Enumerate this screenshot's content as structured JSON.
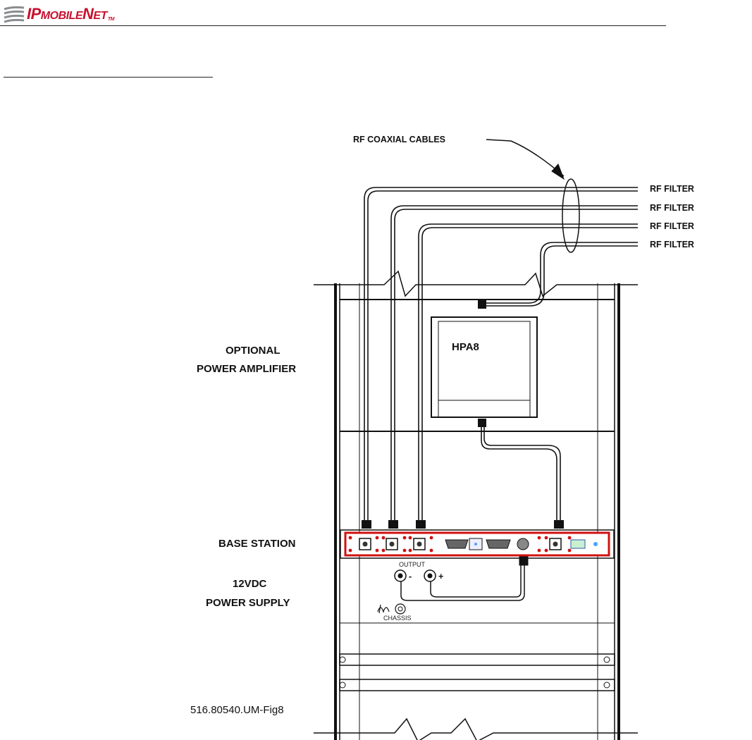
{
  "header": {
    "logo": {
      "ip": "IP",
      "mobile": "MOBILE",
      "net": "NET",
      "tm": "TM"
    }
  },
  "diagram": {
    "rf_coaxial_cables": "RF COAXIAL CABLES",
    "rf_filters": [
      "RF FILTER",
      "RF FILTER",
      "RF FILTER",
      "RF FILTER"
    ],
    "optional_line1": "OPTIONAL",
    "optional_line2": "POWER AMPLIFIER",
    "hpa": "HPA8",
    "base_station": "BASE STATION",
    "psu_line1": "12VDC",
    "psu_line2": "POWER SUPPLY",
    "output": "OUTPUT",
    "minus": "-",
    "plus": "+",
    "chassis": "CHASSIS",
    "figure_id": "516.80540.UM-Fig8"
  },
  "colors": {
    "brand": "#c8102e",
    "panel_red": "#d01010",
    "line": "#111111"
  }
}
